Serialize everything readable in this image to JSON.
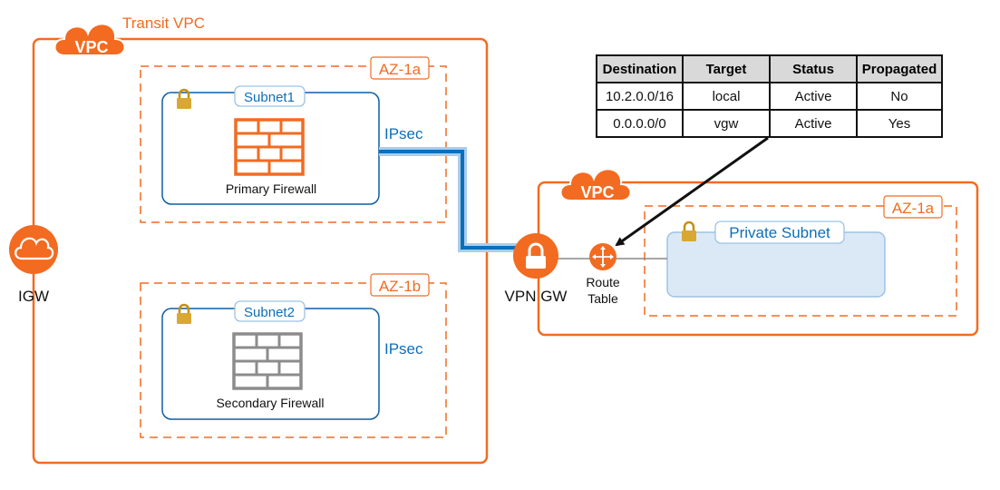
{
  "colors": {
    "orange": "#f26b21",
    "blue": "#0d6fb8",
    "subnet_fill": "#dbe9f7",
    "subnet_border": "#9cc3e6",
    "firewall_gray": "#8c8c8c",
    "lock_gold": "#d8a832"
  },
  "transit_vpc": {
    "badge": "VPC",
    "title": "Transit VPC",
    "az1": {
      "label": "AZ-1a",
      "subnet": {
        "label": "Subnet1",
        "firewall_label": "Primary Firewall"
      },
      "ipsec_label": "IPsec"
    },
    "az2": {
      "label": "AZ-1b",
      "subnet": {
        "label": "Subnet2",
        "firewall_label": "Secondary Firewall"
      },
      "ipsec_label": "IPsec"
    }
  },
  "igw": {
    "label": "IGW",
    "icon": "cloud-icon"
  },
  "vpn_gw": {
    "label": "VPN GW",
    "icon": "lock-icon"
  },
  "route_table": {
    "label_line1": "Route",
    "label_line2": "Table",
    "icon": "router-icon"
  },
  "remote_vpc": {
    "badge": "VPC",
    "az": {
      "label": "AZ-1a",
      "subnet": {
        "label": "Private Subnet"
      }
    }
  },
  "route_table_data": {
    "headers": [
      "Destination",
      "Target",
      "Status",
      "Propagated"
    ],
    "rows": [
      [
        "10.2.0.0/16",
        "local",
        "Active",
        "No"
      ],
      [
        "0.0.0.0/0",
        "vgw",
        "Active",
        "Yes"
      ]
    ]
  }
}
